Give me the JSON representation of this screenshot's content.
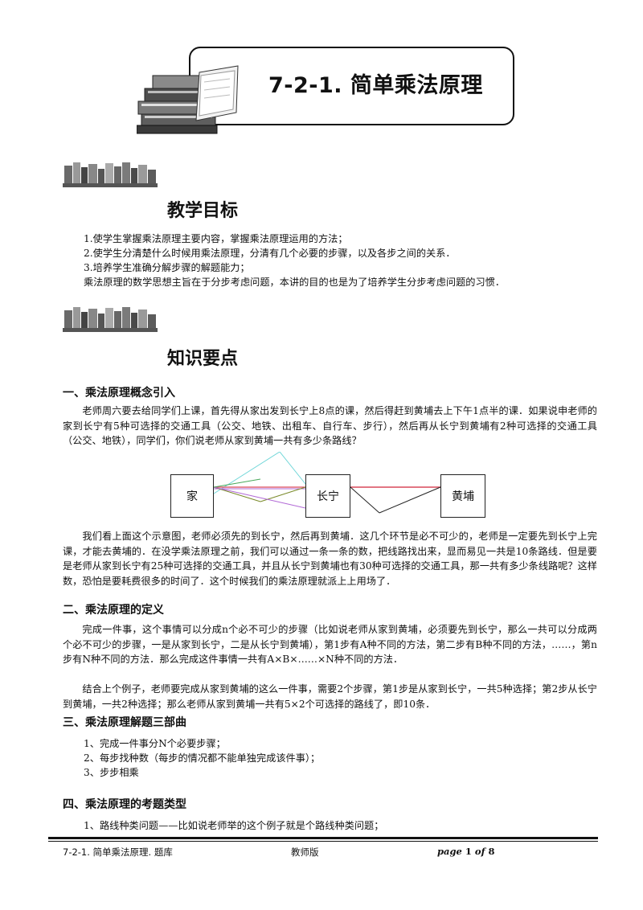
{
  "header": {
    "title": "7-2-1. 简单乘法原理"
  },
  "sections": {
    "goals_title": "教学目标",
    "goals": [
      "1.使学生掌握乘法原理主要内容，掌握乘法原理运用的方法；",
      "2.使学生分清楚什么时候用乘法原理，分清有几个必要的步骤，以及各步之间的关系．",
      "3.培养学生准确分解步骤的解题能力；",
      "乘法原理的数学思想主旨在于分步考虑问题，本讲的目的也是为了培养学生分步考虑问题的习惯．"
    ],
    "knowledge_title": "知识要点"
  },
  "part1": {
    "heading": "一、乘法原理概念引入",
    "para1": "老师周六要去给同学们上课，首先得从家出发到长宁上8点的课，然后得赶到黄埔去上下午1点半的课．如果说申老师的家到长宁有5种可选择的交通工具（公交、地铁、出租车、自行车、步行），然后再从长宁到黄埔有2种可选择的交通工具（公交、地铁），同学们，你们说老师从家到黄埔一共有多少条路线？",
    "diagram": {
      "home": "家",
      "changning": "长宁",
      "huangpu": "黄埔"
    },
    "para2": "我们看上面这个示意图，老师必须先的到长宁，然后再到黄埔．这几个环节是必不可少的，老师是一定要先到长宁上完课，才能去黄埔的．在没学乘法原理之前，我们可以通过一条一条的数，把线路找出来，显而易见一共是10条路线．但是要是老师从家到长宁有25种可选择的交通工具，并且从长宁到黄埔也有30种可选择的交通工具，那一共有多少条线路呢？这样数，恐怕是要耗费很多的时间了．这个时候我们的乘法原理就派上上用场了．"
  },
  "part2": {
    "heading": "二、乘法原理的定义",
    "para1": "完成一件事，这个事情可以分成n个必不可少的步骤（比如说老师从家到黄埔，必须要先到长宁，那么一共可以分成两个必不可少的步骤，一是从家到长宁，二是从长宁到黄埔），第1步有A种不同的方法，第二步有B种不同的方法，……，第n步有N种不同的方法．那么完成这件事情一共有A×B×……×N种不同的方法．",
    "para2": "结合上个例子，老师要完成从家到黄埔的这么一件事，需要2个步骤，第1步是从家到长宁，一共5种选择；第2步从长宁到黄埔，一共2种选择；那么老师从家到黄埔一共有5×2个可选择的路线了，即10条．"
  },
  "part3": {
    "heading": "三、乘法原理解题三部曲",
    "items": [
      "1、完成一件事分N个必要步骤；",
      "2、每步找种数（每步的情况都不能单独完成该件事）；",
      "3、步步相乘"
    ]
  },
  "part4": {
    "heading": "四、乘法原理的考题类型",
    "items": [
      "1、路线种类问题——比如说老师举的这个例子就是个路线种类问题；"
    ]
  },
  "footer": {
    "left": "7-2-1. 简单乘法原理. 题库",
    "center": "教师版",
    "page_label": "page",
    "page_num": "1",
    "of_label": "of",
    "page_total": "8"
  },
  "colors": {
    "line_cyan": "#6fd6d8",
    "line_red": "#d9485a",
    "line_purple": "#b26ad6",
    "line_olive": "#7a8a2a",
    "line_green": "#49a85a"
  }
}
